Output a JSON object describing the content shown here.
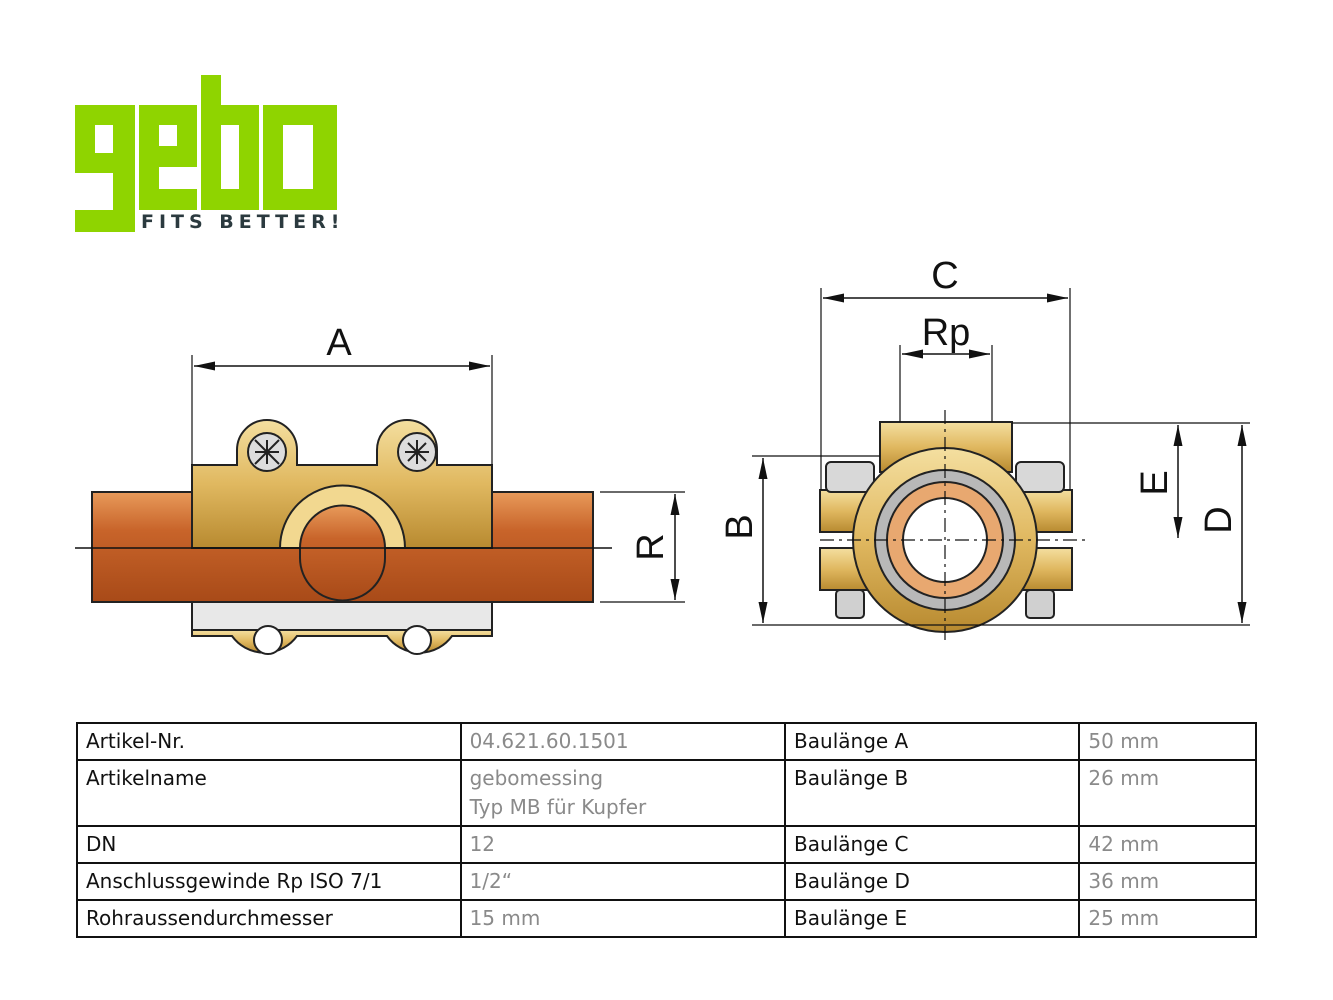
{
  "brand": {
    "logo_text": "gebo",
    "tagline": "FITS BETTER!",
    "color": "#8fd400"
  },
  "drawing": {
    "side_view": {
      "dim_a": "A",
      "dim_r": "R"
    },
    "front_view": {
      "dim_c": "C",
      "dim_rp": "Rp",
      "dim_b": "B",
      "dim_e": "E",
      "dim_d": "D"
    }
  },
  "specs": {
    "rows": [
      {
        "label": "Artikel-Nr.",
        "value": "04.621.60.1501",
        "label2": "Baulänge A",
        "value2": "50 mm"
      },
      {
        "label": "Artikelname",
        "value": "gebomessing",
        "value_line2": "Typ MB für Kupfer",
        "label2": "Baulänge B",
        "value2": "26 mm"
      },
      {
        "label": "DN",
        "value": "12",
        "label2": "Baulänge C",
        "value2": "42 mm"
      },
      {
        "label": "Anschlussgewinde Rp ISO 7/1",
        "value": "1/2“",
        "label2": "Baulänge D",
        "value2": "36 mm"
      },
      {
        "label": "Rohraussendurchmesser",
        "value": "15 mm",
        "label2": "Baulänge E",
        "value2": "25 mm"
      }
    ]
  }
}
